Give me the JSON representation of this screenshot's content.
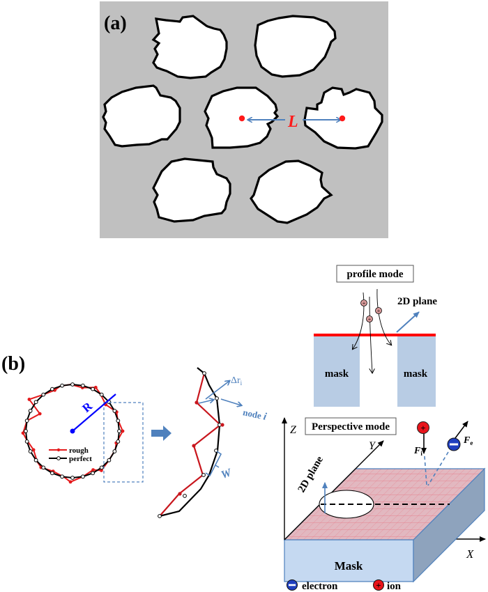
{
  "panel_a": {
    "label": "(a)",
    "distance_label": "L",
    "colors": {
      "background": "#c0c0c0",
      "hole": "#ffffff",
      "outline": "#000000",
      "center": "#ff1a1a",
      "arrow": "#4f81bd"
    }
  },
  "panel_b": {
    "label": "(b)",
    "circle": {
      "radius_label": "R",
      "legend": [
        {
          "name": "rough",
          "color": "#e41a1c"
        },
        {
          "name": "perfect",
          "color": "#000000"
        }
      ]
    },
    "zoom": {
      "delta_r_label": "Δr",
      "delta_r_sub": "i",
      "node_label": "node ",
      "node_index": "i",
      "width_label": "W"
    },
    "profile_mode": {
      "title": "profile mode",
      "plane_label": "2D plane",
      "mask_left": "mask",
      "mask_right": "mask"
    },
    "perspective_mode": {
      "title": "Perspective mode",
      "axis_x": "X",
      "axis_y": "Y",
      "axis_z": "Z",
      "plane_label": "2D plane",
      "mask_label": "Mask",
      "force_ion": "F",
      "force_ion_sub": "i",
      "force_electron": "F",
      "force_electron_sub": "e"
    },
    "legend": [
      {
        "name": "electron",
        "symbol": "−",
        "color": "#1f3fbf"
      },
      {
        "name": "ion",
        "symbol": "+",
        "color": "#e8141b"
      }
    ]
  }
}
